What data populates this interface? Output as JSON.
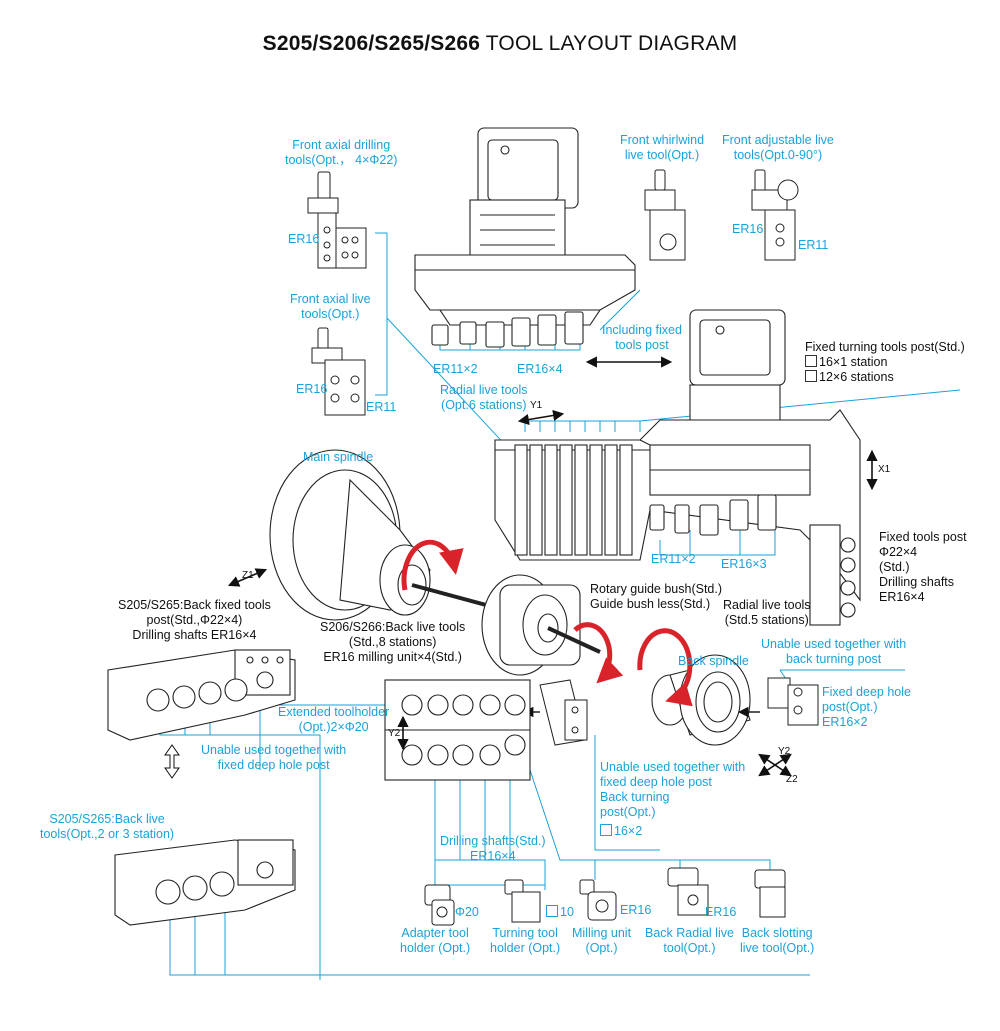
{
  "title": {
    "bold": "S205/S206/S265/S266",
    "rest": "TOOL LAYOUT DIAGRAM"
  },
  "labels": {
    "front_axial_drilling_1": "Front axial drilling",
    "front_axial_drilling_2": "tools(Opt.， 4×Φ22)",
    "er16_a": "ER16",
    "front_axial_live_1": "Front axial live",
    "front_axial_live_2": "tools(Opt.)",
    "er16_b": "ER16",
    "er11_b": "ER11",
    "whirlwind_1": "Front whirlwind",
    "whirlwind_2": "live tool(Opt.)",
    "adjustable_1": "Front adjustable live",
    "adjustable_2": "tools(Opt.0-90°)",
    "er16_c": "ER16",
    "er11_c": "ER11",
    "including_fixed_1": "Including fixed",
    "including_fixed_2": "tools post",
    "er11x2_top": "ER11×2",
    "er16x4_top": "ER16×4",
    "radial_live_1": "Radial live tools",
    "radial_live_2": "(Opt.6 stations)",
    "y1": "Y1",
    "fixed_turning_1": "Fixed turning tools post(Std.)",
    "fixed_turning_2": "16×1 station",
    "fixed_turning_3": "12×6 stations",
    "x1": "X1",
    "main_spindle": "Main spindle",
    "er11x2_right": "ER11×2",
    "er16x3_right": "ER16×3",
    "fixed_tools_post_1": "Fixed tools post",
    "fixed_tools_post_2": "Φ22×4",
    "fixed_tools_post_3": "(Std.)",
    "fixed_tools_post_4": "Drilling shafts",
    "fixed_tools_post_5": "ER16×4",
    "z1": "Z1",
    "rotary_guide_1": "Rotary guide bush(Std.)",
    "rotary_guide_2": "Guide bush less(Std.)",
    "radial_live_std_1": "Radial live tools",
    "radial_live_std_2": "(Std.5 stations)",
    "back_fixed_1": "S205/S265:Back fixed tools",
    "back_fixed_2": "post(Std.,Φ22×4)",
    "back_fixed_3": "Drilling shafts ER16×4",
    "s206_back_live_1": "S206/S266:Back live tools",
    "s206_back_live_2": "(Std.,8 stations)",
    "s206_back_live_3": "ER16 milling unit×4(Std.)",
    "unable_back_turning_1": "Unable used together with",
    "unable_back_turning_2": "back turning post",
    "back_spindle": "Back spindle",
    "fixed_deep_1": "Fixed deep hole",
    "fixed_deep_2": "post(Opt.)",
    "fixed_deep_3": "ER16×2",
    "extended_1": "Extended toolholder",
    "extended_2": "(Opt.)2×Φ20",
    "y2": "Y2",
    "unable_deep_left_1": "Unable used together with",
    "unable_deep_left_2": "fixed deep hole post",
    "unable_deep_right_1": "Unable used together with",
    "unable_deep_right_2": "fixed deep hole post",
    "back_turning_1": "Back turning",
    "back_turning_2": "post(Opt.)",
    "back_turning_3": "16×2",
    "y2_small": "Y2",
    "z2": "Z2",
    "s205_back_live_1": "S205/S265:Back live",
    "s205_back_live_2": "tools(Opt.,2 or 3 station)",
    "drilling_std_1": "Drilling shafts(Std.)",
    "drilling_std_2": "ER16×4",
    "phi20": "Φ20",
    "sq10": "10",
    "er16_mill": "ER16",
    "er16_radial": "ER16",
    "adapter_1": "Adapter tool",
    "adapter_2": "holder (Opt.)",
    "turning_1": "Turning tool",
    "turning_2": "holder (Opt.)",
    "milling_1": "Milling unit",
    "milling_2": "(Opt.)",
    "back_radial_1": "Back Radial live",
    "back_radial_2": "tool(Opt.)",
    "back_slotting_1": "Back slotting",
    "back_slotting_2": "live tool(Opt.)"
  }
}
